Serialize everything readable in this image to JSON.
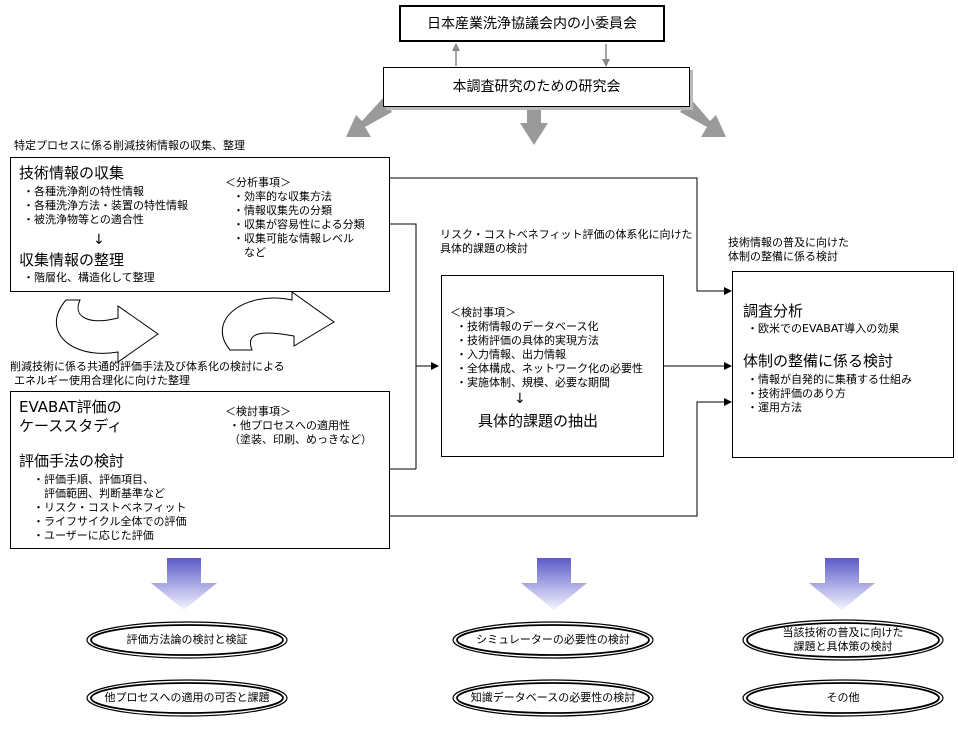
{
  "top": {
    "committee": "日本産業洗浄協議会内の小委員会",
    "study_group": "本調査研究のための研究会"
  },
  "left_top": {
    "caption": "特定プロセスに係る削減技術情報の収集、整理",
    "heading1": "技術情報の収集",
    "items1": [
      "・各種洗浄剤の特性情報",
      "・各種洗浄方法・装置の特性情報",
      "・被洗浄物等との適合性"
    ],
    "down_arrow": "↓",
    "heading2": "収集情報の整理",
    "items2": [
      "・階層化、構造化して整理"
    ],
    "analysis_title": "＜分析事項＞",
    "analysis_items": [
      "・効率的な収集方法",
      "・情報収集先の分類",
      "・収集が容易性による分類",
      "・収集可能な情報レベル",
      "　など"
    ]
  },
  "left_bottom": {
    "caption_line1": "削減技術に係る共通的評価手法及び体系化の検討による",
    "caption_line2": "エネルギー使用合理化に向けた整理",
    "heading1_line1": "EVABAT評価の",
    "heading1_line2": "ケーススタディ",
    "review_title": "＜検討事項＞",
    "review_items": [
      "・他プロセスへの適用性",
      "（塗装、印刷、めっきなど）"
    ],
    "heading2": "評価手法の検討",
    "items2": [
      "・評価手順、評価項目、",
      "　評価範囲、判断基準など",
      "・リスク・コストベネフィット",
      "・ライフサイクル全体での評価",
      "・ユーザーに応じた評価"
    ]
  },
  "middle": {
    "caption_line1": "リスク・コストベネフィット評価の体系化に向けた",
    "caption_line2": "具体的課題の検討",
    "review_title": "＜検討事項＞",
    "items": [
      "・技術情報のデータベース化",
      "・技術評価の具体的実現方法",
      "・入力情報、出力情報",
      "・全体構成、ネットワーク化の必要性",
      "・実施体制、規模、必要な期間"
    ],
    "down_arrow": "↓",
    "result": "具体的課題の抽出"
  },
  "right": {
    "caption_line1": "技術情報の普及に向けた",
    "caption_line2": "体制の整備に係る検討",
    "heading1": "調査分析",
    "items1": [
      "・欧米でのEVABAT導入の効果"
    ],
    "heading2": "体制の整備に係る検討",
    "items2": [
      "・情報が自発的に集積する仕組み",
      "・技術評価のあり方",
      "・運用方法"
    ]
  },
  "outcomes": {
    "left": [
      "評価方法論の検討と検証",
      "他プロセスへの適用の可否と課題"
    ],
    "middle": [
      "シミュレーターの必要性の検討",
      "知識データベースの必要性の検討"
    ],
    "right_1_line1": "当該技術の普及に向けた",
    "right_1_line2": "課題と具体策の検討",
    "right_2": "その他"
  },
  "colors": {
    "gray_arrow": "#9a9a9a",
    "violet_gradient_top": "#6a6ad0",
    "violet_gradient_bottom": "#ffffff"
  }
}
